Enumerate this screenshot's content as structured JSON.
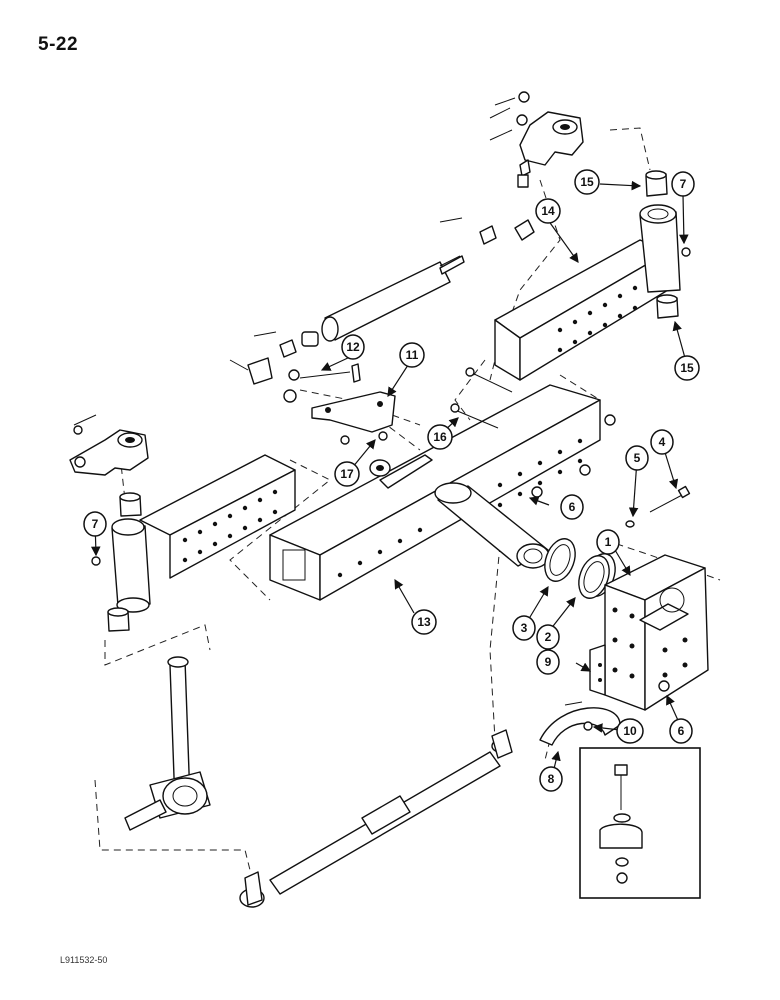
{
  "page_number": "5-22",
  "figure_code": "L911532-50",
  "callouts": {
    "c1": "1",
    "c2": "2",
    "c3": "3",
    "c4": "4",
    "c5": "5",
    "c6a": "6",
    "c6b": "6",
    "c7a": "7",
    "c7b": "7",
    "c8": "8",
    "c9": "9",
    "c10": "10",
    "c11": "11",
    "c12": "12",
    "c13": "13",
    "c14": "14",
    "c15a": "15",
    "c15b": "15",
    "c16": "16",
    "c17": "17"
  }
}
